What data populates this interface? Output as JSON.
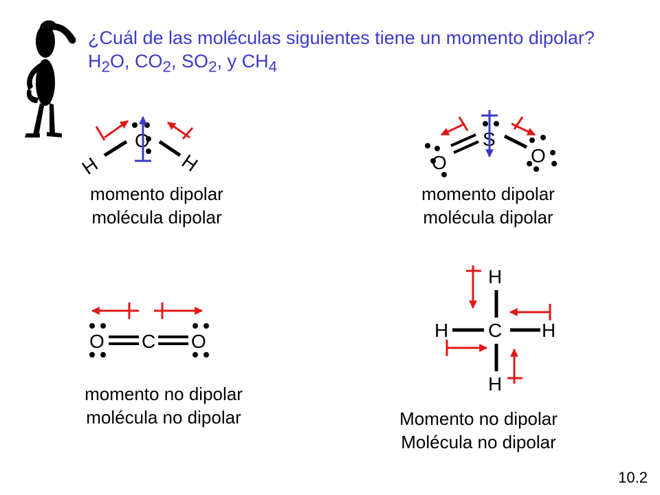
{
  "question": {
    "prefix": "¿Cuál de las moléculas siguientes tiene un momento dipolar?  H",
    "h2o_sub": "2",
    "after_h2o": "O, CO",
    "co2_sub": "2",
    "after_co2": ", SO",
    "so2_sub": "2",
    "after_so2": ",  y CH",
    "ch4_sub": "4"
  },
  "molecules": {
    "h2o": {
      "center": "O",
      "left": "H",
      "right": "H",
      "line1": "momento dipolar",
      "line2": "molécula dipolar"
    },
    "so2": {
      "center": "S",
      "left": "O",
      "right": "O",
      "line1": "momento dipolar",
      "line2": "molécula dipolar"
    },
    "co2": {
      "center": "C",
      "left": "O",
      "right": "O",
      "line1": "momento no dipolar",
      "line2": "molécula no dipolar"
    },
    "ch4": {
      "center": "C",
      "top": "H",
      "bottom": "H",
      "left": "H",
      "right": "H",
      "line1": "Momento no  dipolar",
      "line2": "Molécula no dipolar"
    }
  },
  "page_number": "10.2",
  "colors": {
    "question": "#3a3ac8",
    "dipole_arrow": "#e01818",
    "net_dipole": "#3a3ac8"
  }
}
